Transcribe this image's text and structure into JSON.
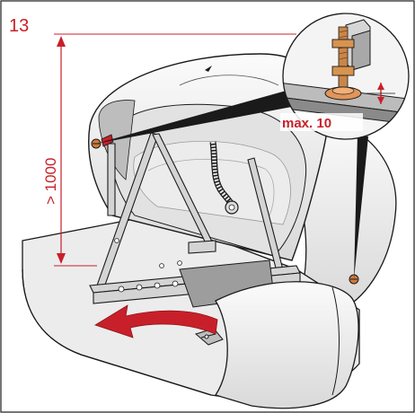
{
  "step_number": "13",
  "height_dimension": "> 1000",
  "callout": {
    "label": "max. 10"
  },
  "colors": {
    "accent": "#c8202a",
    "outline": "#1a1a1a",
    "body": "#f2f2f2",
    "shade": "#d4d4d4",
    "screw": "#d07a3c"
  },
  "icons": {
    "direction_arrow": "curved-arrow-left-icon"
  }
}
